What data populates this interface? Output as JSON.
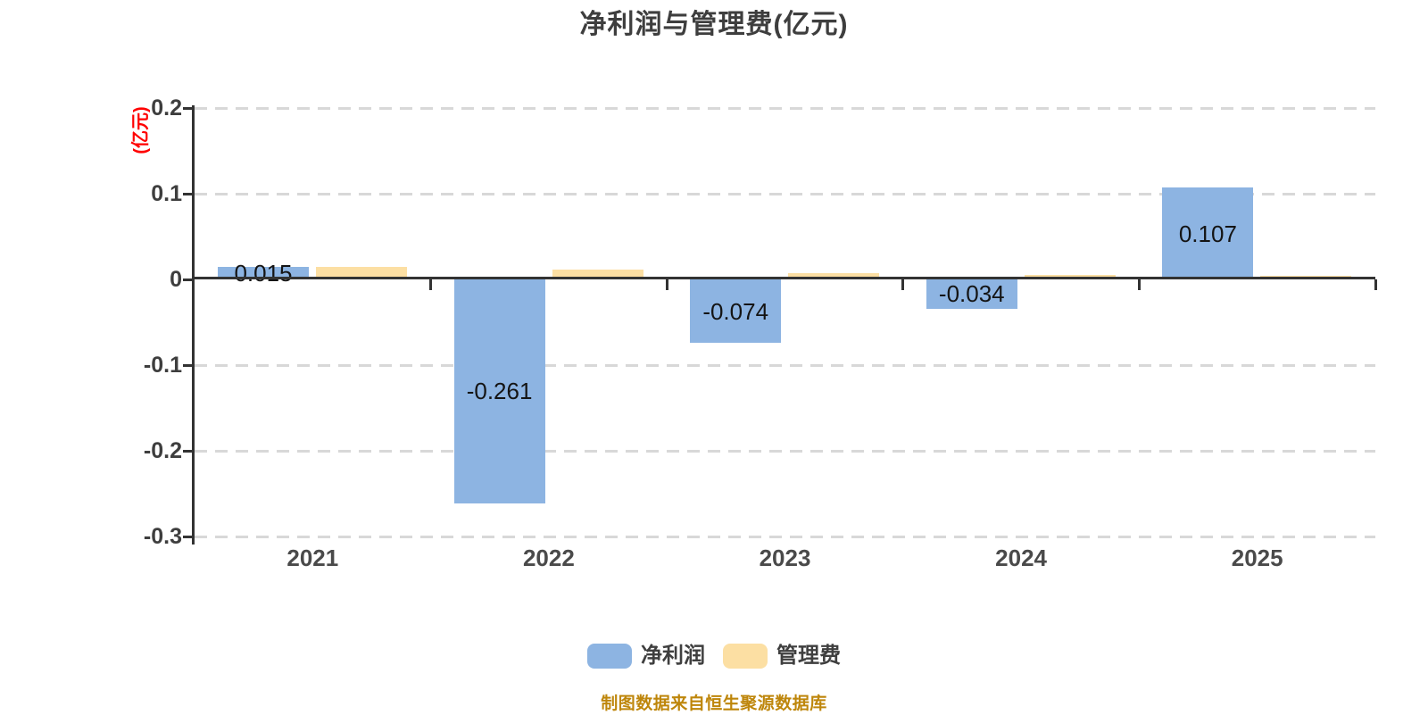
{
  "title": "净利润与管理费(亿元)",
  "y_axis_name": "(亿元)",
  "source_note": "制图数据来自恒生聚源数据库",
  "colors": {
    "net_profit_bar": "#8DB4E2",
    "mgmt_fee_bar": "#FCDFA3",
    "axis_line": "#333333",
    "gridline": "#D8D8D8",
    "y_axis_name_text": "#FF0000",
    "source_text": "#BE860B",
    "title_text": "#3E3E3E",
    "value_label_text": "#141414",
    "tick_label_text": "#3E3E3E",
    "year_label_text": "#4A4A4A",
    "legend_text": "#3F3F3F"
  },
  "legend": [
    {
      "label": "净利润",
      "color": "#8DB4E2"
    },
    {
      "label": "管理费",
      "color": "#FCDFA3"
    }
  ],
  "chart_data": {
    "type": "bar",
    "title": "净利润与管理费(亿元)",
    "categories": [
      "2021",
      "2022",
      "2023",
      "2024",
      "2025"
    ],
    "series": [
      {
        "name": "净利润",
        "color": "#8DB4E2",
        "values": [
          0.015,
          -0.261,
          -0.074,
          -0.034,
          0.107
        ],
        "labels": [
          "0.015",
          "-0.261",
          "-0.074",
          "-0.034",
          "0.107"
        ]
      },
      {
        "name": "管理费",
        "color": "#FCDFA3",
        "values": [
          0.015,
          0.011,
          0.007,
          0.005,
          0.004
        ],
        "labels": null
      }
    ],
    "ylabel": "(亿元)",
    "ylim": [
      -0.3,
      0.2
    ],
    "yticks": [
      0.2,
      0.1,
      0,
      -0.1,
      -0.2,
      -0.3
    ],
    "ytick_labels": [
      "0.2",
      "0.1",
      "0",
      "-0.1",
      "-0.2",
      "-0.3"
    ],
    "grid": "horizontal dashed",
    "legend_position": "bottom center"
  }
}
